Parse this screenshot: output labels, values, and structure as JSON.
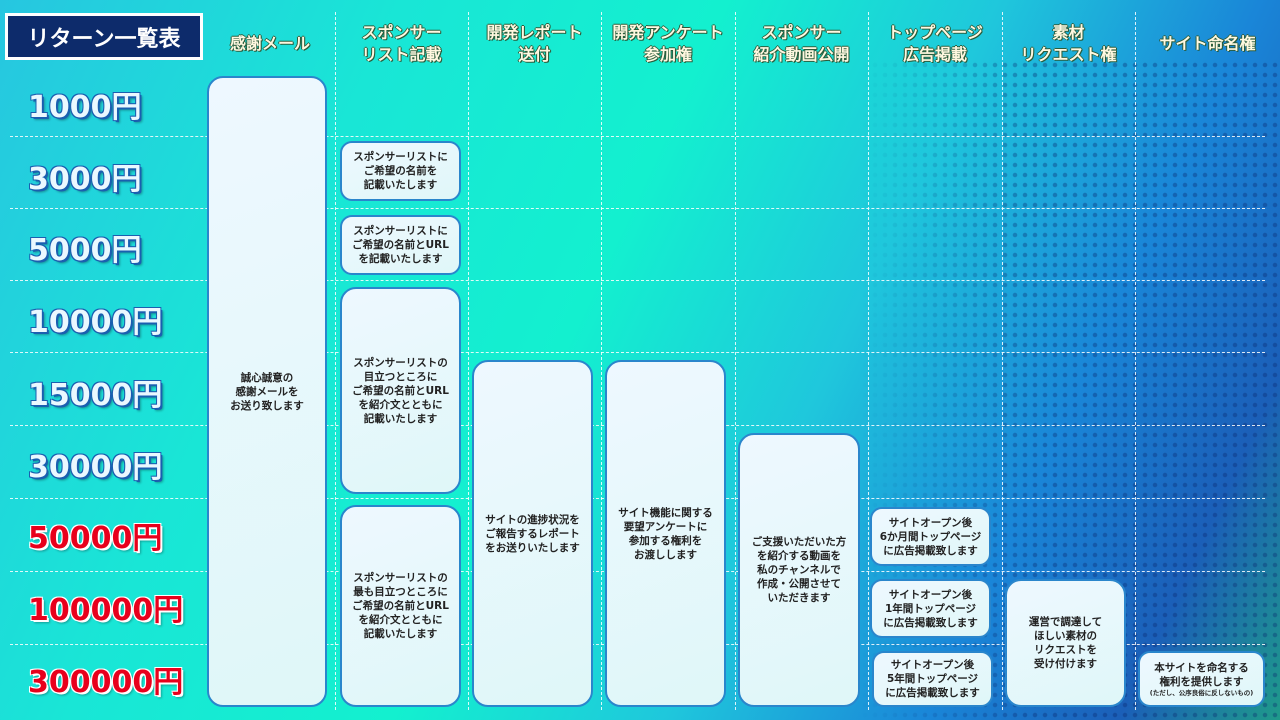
{
  "title": "リターン一覧表",
  "columns": [
    "感謝メール",
    "スポンサー\nリスト記載",
    "開発レポート\n送付",
    "開発アンケート\n参加権",
    "スポンサー\n紹介動画公開",
    "トップページ\n広告掲載",
    "素材\nリクエスト権",
    "サイト命名権"
  ],
  "prices": [
    "1000円",
    "3000円",
    "5000円",
    "10000円",
    "15000円",
    "30000円",
    "50000円",
    "100000円",
    "300000円"
  ],
  "cards": {
    "thanks": "誠心誠意の\n感謝メールを\nお送り致します",
    "list_3000": "スポンサーリストに\nご希望の名前を\n記載いたします",
    "list_5000": "スポンサーリストに\nご希望の名前とURL\nを記載いたします",
    "list_10000": "スポンサーリストの\n目立つところに\nご希望の名前とURL\nを紹介文とともに\n記載いたします",
    "list_50000": "スポンサーリストの\n最も目立つところに\nご希望の名前とURL\nを紹介文とともに\n記載いたします",
    "report": "サイトの進捗状況を\nご報告するレポート\nをお送りいたします",
    "survey": "サイト機能に関する\n要望アンケートに\n参加する権利を\nお渡しします",
    "video": "ご支援いただいた方\nを紹介する動画を\n私のチャンネルで\n作成・公開させて\nいただきます",
    "ad_6m": "サイトオープン後\n6か月間トップページ\nに広告掲載致します",
    "ad_1y": "サイトオープン後\n1年間トップページ\nに広告掲載致します",
    "ad_5y": "サイトオープン後\n5年間トップページ\nに広告掲載致します",
    "material": "運営で調達して\nほしい素材の\nリクエストを\n受け付けます",
    "naming": "本サイトを命名する\n権利を提供します",
    "naming_note": "(ただし、公序良俗に反しないもの)"
  }
}
